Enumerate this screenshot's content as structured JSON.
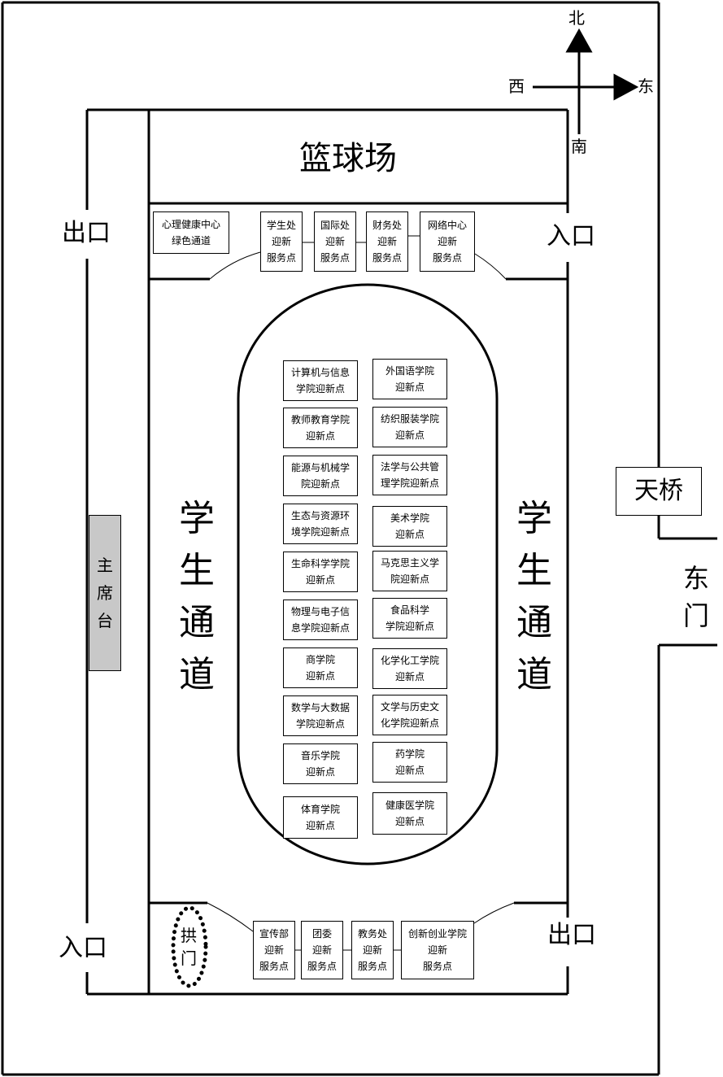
{
  "compass": {
    "north": "北",
    "south": "南",
    "west": "西",
    "east": "东"
  },
  "areas": {
    "basketball": "篮球场",
    "skybridge": "天桥",
    "east_gate": "东\n门",
    "main_stage": "主\n席\n台",
    "arch_gate": "拱\n门"
  },
  "gates": {
    "exit_west": "出口",
    "entrance_east": "入口",
    "entrance_southwest": "入口",
    "exit_southeast": "出口"
  },
  "lanes": {
    "left": "学\n生\n通\n道",
    "right": "学\n生\n通\n道"
  },
  "top_row": [
    "心理健康中心\n绿色通道",
    "学生处\n迎新\n服务点",
    "国际处\n迎新\n服务点",
    "财务处\n迎新\n服务点",
    "网络中心\n迎新\n服务点"
  ],
  "bottom_row": [
    "宣传部\n迎新\n服务点",
    "团委\n迎新\n服务点",
    "教务处\n迎新\n服务点",
    "创新创业学院\n迎新\n服务点"
  ],
  "colleges_left": [
    "计算机与信息\n学院迎新点",
    "教师教育学院\n迎新点",
    "能源与机械学\n院迎新点",
    "生态与资源环\n境学院迎新点",
    "生命科学学院\n迎新点",
    "物理与电子信\n息学院迎新点",
    "商学院\n迎新点",
    "数学与大数据\n学院迎新点",
    "音乐学院\n迎新点",
    "体育学院\n迎新点"
  ],
  "colleges_right": [
    "外国语学院\n迎新点",
    "纺织服装学院\n迎新点",
    "法学与公共管\n理学院迎新点",
    "美术学院\n迎新点",
    "马克思主义学\n院迎新点",
    "食品科学\n学院迎新点",
    "化学化工学院\n迎新点",
    "文学与历史文\n化学院迎新点",
    "药学院\n迎新点",
    "健康医学院\n迎新点"
  ]
}
